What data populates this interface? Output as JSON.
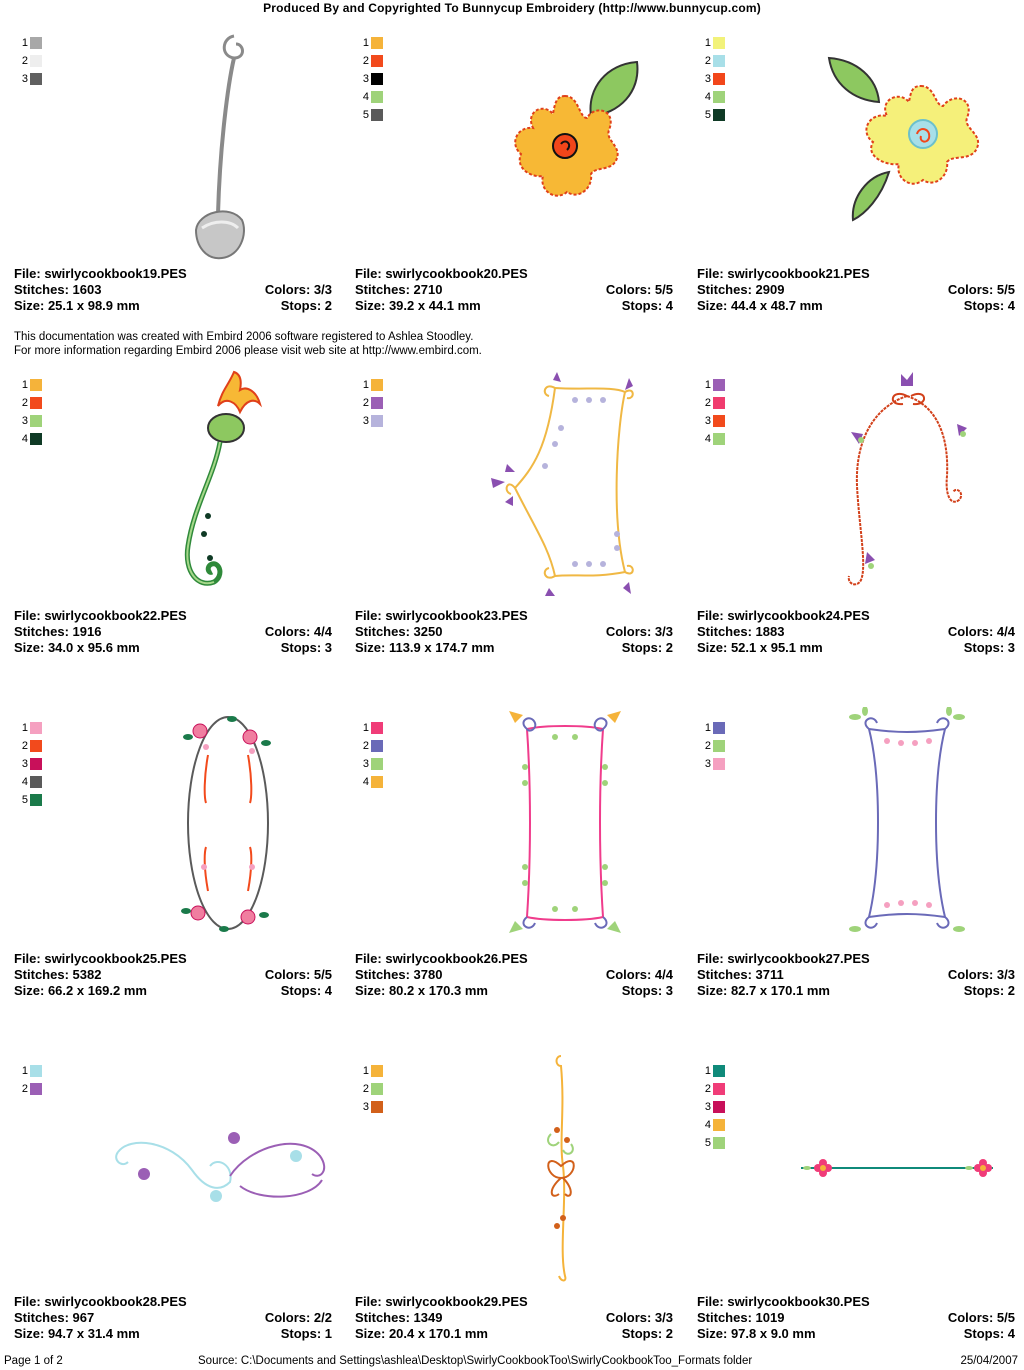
{
  "header": {
    "title": "Produced By and Copyrighted To Bunnycup Embroidery (http://www.bunnycup.com)"
  },
  "note": {
    "line1": "This documentation was created with Embird 2006 software registered to Ashlea Stoodley.",
    "line2": "For more information regarding Embird 2006 please visit web site at http://www.embird.com."
  },
  "designs": [
    {
      "file": "File: swirlycookbook19.PES",
      "stitches": "Stitches: 1603",
      "colors": "Colors: 3/3",
      "size": "Size: 25.1 x 98.9 mm",
      "stops": "Stops: 2",
      "swatches": [
        {
          "n": "1",
          "c": "#a8a8a8"
        },
        {
          "n": "2",
          "c": "#eeeeee"
        },
        {
          "n": "3",
          "c": "#606060"
        }
      ]
    },
    {
      "file": "File: swirlycookbook20.PES",
      "stitches": "Stitches: 2710",
      "colors": "Colors: 5/5",
      "size": "Size: 39.2 x 44.1 mm",
      "stops": "Stops: 4",
      "swatches": [
        {
          "n": "1",
          "c": "#f5b33a"
        },
        {
          "n": "2",
          "c": "#f24a1c"
        },
        {
          "n": "3",
          "c": "#000000"
        },
        {
          "n": "4",
          "c": "#9fd37a"
        },
        {
          "n": "5",
          "c": "#5a5a5a"
        }
      ]
    },
    {
      "file": "File: swirlycookbook21.PES",
      "stitches": "Stitches: 2909",
      "colors": "Colors: 5/5",
      "size": "Size: 44.4 x 48.7 mm",
      "stops": "Stops: 4",
      "swatches": [
        {
          "n": "1",
          "c": "#f2f27a"
        },
        {
          "n": "2",
          "c": "#a8dfe8"
        },
        {
          "n": "3",
          "c": "#f2461a"
        },
        {
          "n": "4",
          "c": "#9fd37a"
        },
        {
          "n": "5",
          "c": "#0f3a25"
        }
      ]
    },
    {
      "file": "File: swirlycookbook22.PES",
      "stitches": "Stitches: 1916",
      "colors": "Colors: 4/4",
      "size": "Size: 34.0 x 95.6 mm",
      "stops": "Stops: 3",
      "swatches": [
        {
          "n": "1",
          "c": "#f5b33a"
        },
        {
          "n": "2",
          "c": "#f24a1c"
        },
        {
          "n": "3",
          "c": "#9fd37a"
        },
        {
          "n": "4",
          "c": "#0f3a25"
        }
      ]
    },
    {
      "file": "File: swirlycookbook23.PES",
      "stitches": "Stitches: 3250",
      "colors": "Colors: 3/3",
      "size": "Size: 113.9 x 174.7 mm",
      "stops": "Stops: 2",
      "swatches": [
        {
          "n": "1",
          "c": "#f5b33a"
        },
        {
          "n": "2",
          "c": "#9b5fb5"
        },
        {
          "n": "3",
          "c": "#b6b3dc"
        }
      ]
    },
    {
      "file": "File: swirlycookbook24.PES",
      "stitches": "Stitches: 1883",
      "colors": "Colors: 4/4",
      "size": "Size: 52.1 x 95.1 mm",
      "stops": "Stops: 3",
      "swatches": [
        {
          "n": "1",
          "c": "#9b5fb5"
        },
        {
          "n": "2",
          "c": "#f03c6e"
        },
        {
          "n": "3",
          "c": "#f24a1c"
        },
        {
          "n": "4",
          "c": "#9fd37a"
        }
      ]
    },
    {
      "file": "File: swirlycookbook25.PES",
      "stitches": "Stitches: 5382",
      "colors": "Colors: 5/5",
      "size": "Size: 66.2 x 169.2 mm",
      "stops": "Stops: 4",
      "swatches": [
        {
          "n": "1",
          "c": "#f5a0c0"
        },
        {
          "n": "2",
          "c": "#f24a1c"
        },
        {
          "n": "3",
          "c": "#c8105a"
        },
        {
          "n": "4",
          "c": "#5a5a5a"
        },
        {
          "n": "5",
          "c": "#1a7a4a"
        }
      ]
    },
    {
      "file": "File: swirlycookbook26.PES",
      "stitches": "Stitches: 3780",
      "colors": "Colors: 4/4",
      "size": "Size: 80.2 x 170.3 mm",
      "stops": "Stops: 3",
      "swatches": [
        {
          "n": "1",
          "c": "#f03c78"
        },
        {
          "n": "2",
          "c": "#6a6ab8"
        },
        {
          "n": "3",
          "c": "#9fd37a"
        },
        {
          "n": "4",
          "c": "#f5b33a"
        }
      ]
    },
    {
      "file": "File: swirlycookbook27.PES",
      "stitches": "Stitches: 3711",
      "colors": "Colors: 3/3",
      "size": "Size: 82.7 x 170.1 mm",
      "stops": "Stops: 2",
      "swatches": [
        {
          "n": "1",
          "c": "#6a6ab8"
        },
        {
          "n": "2",
          "c": "#9fd37a"
        },
        {
          "n": "3",
          "c": "#f5a0c0"
        }
      ]
    },
    {
      "file": "File: swirlycookbook28.PES",
      "stitches": "Stitches: 967",
      "colors": "Colors: 2/2",
      "size": "Size: 94.7 x 31.4 mm",
      "stops": "Stops: 1",
      "swatches": [
        {
          "n": "1",
          "c": "#a8dfe8"
        },
        {
          "n": "2",
          "c": "#9b5fb5"
        }
      ]
    },
    {
      "file": "File: swirlycookbook29.PES",
      "stitches": "Stitches: 1349",
      "colors": "Colors: 3/3",
      "size": "Size: 20.4 x 170.1 mm",
      "stops": "Stops: 2",
      "swatches": [
        {
          "n": "1",
          "c": "#f5b33a"
        },
        {
          "n": "2",
          "c": "#9fd37a"
        },
        {
          "n": "3",
          "c": "#d2601a"
        }
      ]
    },
    {
      "file": "File: swirlycookbook30.PES",
      "stitches": "Stitches: 1019",
      "colors": "Colors: 5/5",
      "size": "Size: 97.8 x 9.0 mm",
      "stops": "Stops: 4",
      "swatches": [
        {
          "n": "1",
          "c": "#0f8a7a"
        },
        {
          "n": "2",
          "c": "#f03c78"
        },
        {
          "n": "3",
          "c": "#c8105a"
        },
        {
          "n": "4",
          "c": "#f5b33a"
        },
        {
          "n": "5",
          "c": "#9fd37a"
        }
      ]
    }
  ],
  "footer": {
    "page": "Page 1 of 2",
    "source": "Source: C:\\Documents and Settings\\ashlea\\Desktop\\SwirlyCookbookToo\\SwirlyCookbookToo_Formats folder",
    "date": "25/04/2007"
  }
}
